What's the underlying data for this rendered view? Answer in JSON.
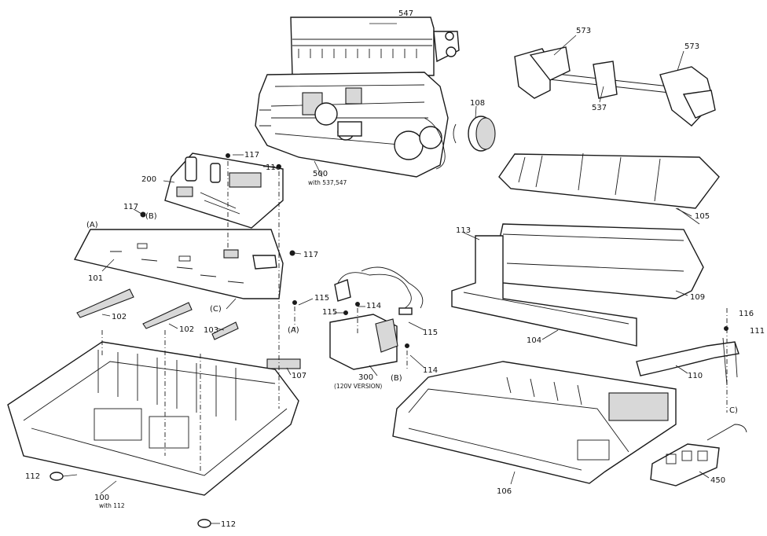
{
  "colors": {
    "ink": "#1a1a1a",
    "paper": "#ffffff",
    "shade": "#d8d8d8"
  },
  "labels": {
    "p547": "547",
    "p573a": "573",
    "p573b": "573",
    "p537": "537",
    "p108": "108",
    "p500": "500",
    "p500_note": "with 537,547",
    "p116a": "116",
    "p117a": "117",
    "p200": "200",
    "p117b": "117",
    "pA1": "(A)",
    "pB1": "(B)",
    "p117c": "117",
    "p101": "101",
    "p105": "105",
    "p113": "113",
    "p109": "109",
    "p115a": "115",
    "p115b": "115",
    "p114a": "114",
    "p115c": "115",
    "p114b": "114",
    "pA2": "(A)",
    "pB2": "(B)",
    "p300": "300",
    "p300_note": "(120V VERSION)",
    "pC1": "(C)",
    "p102a": "102",
    "p102b": "102",
    "p103": "103",
    "p107": "107",
    "p104": "104",
    "p116b": "116",
    "p111": "111",
    "p110": "110",
    "pC2": "C)",
    "p112a": "112",
    "p100": "100",
    "p100_note": "with 112",
    "p112b": "112",
    "p106": "106",
    "p450": "450"
  }
}
